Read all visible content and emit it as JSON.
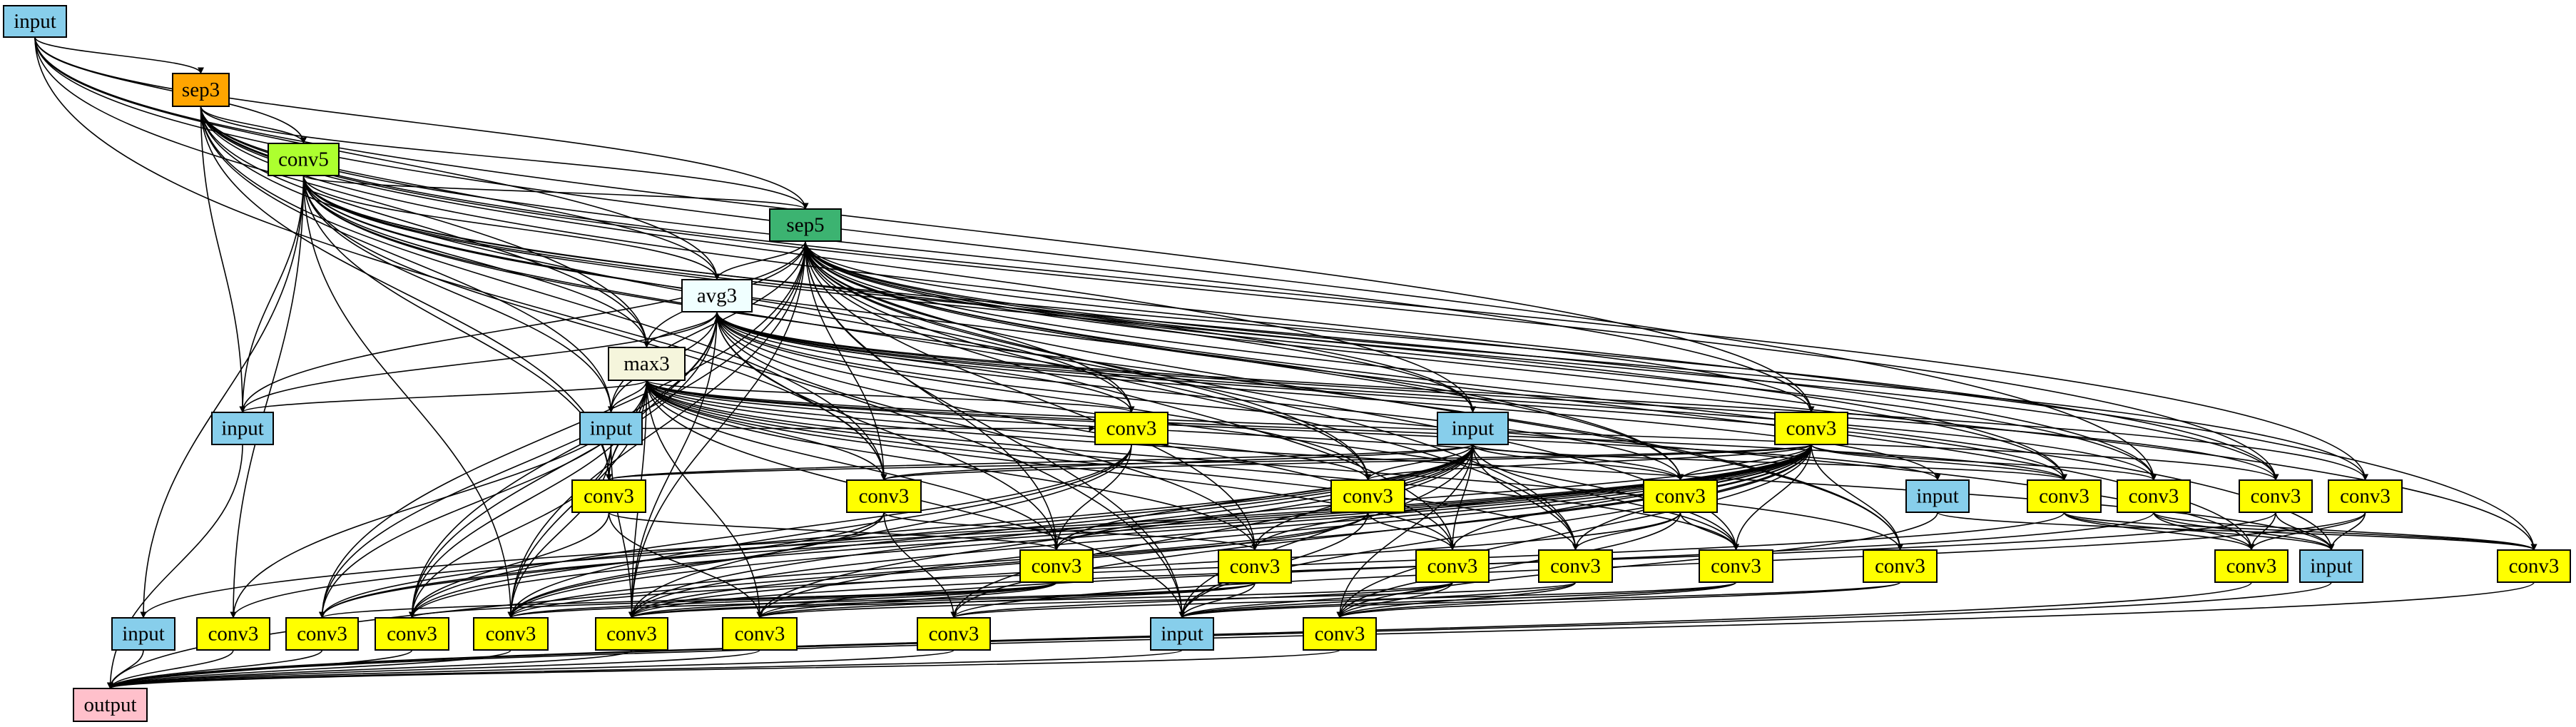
{
  "colors": {
    "input": "#87ceeb",
    "output": "#ffc0cb",
    "sep3": "#ffa500",
    "sep5": "#3cb371",
    "conv5": "#adff2f",
    "conv3": "#ffff00",
    "avg3": "#f0ffff",
    "max3": "#f5f5dc"
  },
  "nodes": [
    {
      "id": "input_top",
      "label": "input",
      "type": "input"
    },
    {
      "id": "sep3",
      "label": "sep3",
      "type": "sep3"
    },
    {
      "id": "conv5",
      "label": "conv5",
      "type": "conv5"
    },
    {
      "id": "sep5",
      "label": "sep5",
      "type": "sep5"
    },
    {
      "id": "avg3",
      "label": "avg3",
      "type": "avg3"
    },
    {
      "id": "max3",
      "label": "max3",
      "type": "max3"
    },
    {
      "id": "in_a",
      "label": "input",
      "type": "input"
    },
    {
      "id": "in_b",
      "label": "input",
      "type": "input"
    },
    {
      "id": "c_r1a",
      "label": "conv3",
      "type": "conv3"
    },
    {
      "id": "in_c",
      "label": "input",
      "type": "input"
    },
    {
      "id": "c_r1b",
      "label": "conv3",
      "type": "conv3"
    },
    {
      "id": "c_r2a",
      "label": "conv3",
      "type": "conv3"
    },
    {
      "id": "c_r2b",
      "label": "conv3",
      "type": "conv3"
    },
    {
      "id": "c_r2c",
      "label": "conv3",
      "type": "conv3"
    },
    {
      "id": "c_r2d",
      "label": "conv3",
      "type": "conv3"
    },
    {
      "id": "in_d",
      "label": "input",
      "type": "input"
    },
    {
      "id": "c_r2e",
      "label": "conv3",
      "type": "conv3"
    },
    {
      "id": "c_r2f",
      "label": "conv3",
      "type": "conv3"
    },
    {
      "id": "c_r2g",
      "label": "conv3",
      "type": "conv3"
    },
    {
      "id": "c_r2h",
      "label": "conv3",
      "type": "conv3"
    },
    {
      "id": "c_r3a",
      "label": "conv3",
      "type": "conv3"
    },
    {
      "id": "c_r3b",
      "label": "conv3",
      "type": "conv3"
    },
    {
      "id": "c_r3c",
      "label": "conv3",
      "type": "conv3"
    },
    {
      "id": "c_r3d",
      "label": "conv3",
      "type": "conv3"
    },
    {
      "id": "c_r3e",
      "label": "conv3",
      "type": "conv3"
    },
    {
      "id": "c_r3f",
      "label": "conv3",
      "type": "conv3"
    },
    {
      "id": "c_r3g",
      "label": "conv3",
      "type": "conv3"
    },
    {
      "id": "in_e",
      "label": "input",
      "type": "input"
    },
    {
      "id": "c_r3h",
      "label": "conv3",
      "type": "conv3"
    },
    {
      "id": "in_f",
      "label": "input",
      "type": "input"
    },
    {
      "id": "c_r4a",
      "label": "conv3",
      "type": "conv3"
    },
    {
      "id": "c_r4b",
      "label": "conv3",
      "type": "conv3"
    },
    {
      "id": "c_r4c",
      "label": "conv3",
      "type": "conv3"
    },
    {
      "id": "c_r4d",
      "label": "conv3",
      "type": "conv3"
    },
    {
      "id": "c_r4e",
      "label": "conv3",
      "type": "conv3"
    },
    {
      "id": "c_r4f",
      "label": "conv3",
      "type": "conv3"
    },
    {
      "id": "c_r4g",
      "label": "conv3",
      "type": "conv3"
    },
    {
      "id": "in_g",
      "label": "input",
      "type": "input"
    },
    {
      "id": "c_r4h",
      "label": "conv3",
      "type": "conv3"
    },
    {
      "id": "output",
      "label": "output",
      "type": "output"
    }
  ],
  "edges": [
    [
      "input_top",
      "sep3"
    ],
    [
      "input_top",
      "conv5"
    ],
    [
      "input_top",
      "sep5"
    ],
    [
      "input_top",
      "avg3"
    ],
    [
      "input_top",
      "max3"
    ],
    [
      "input_top",
      "c_r1b"
    ],
    [
      "input_top",
      "c_r2f"
    ],
    [
      "input_top",
      "in_g"
    ],
    [
      "sep3",
      "conv5"
    ],
    [
      "sep3",
      "sep5"
    ],
    [
      "sep3",
      "avg3"
    ],
    [
      "sep3",
      "max3"
    ],
    [
      "sep3",
      "in_a"
    ],
    [
      "sep3",
      "in_b"
    ],
    [
      "sep3",
      "c_r2a"
    ],
    [
      "sep3",
      "c_r1b"
    ],
    [
      "sep3",
      "c_r2g"
    ],
    [
      "sep3",
      "c_r2h"
    ],
    [
      "sep3",
      "c_r3h"
    ],
    [
      "sep3",
      "c_r3d"
    ],
    [
      "sep3",
      "in_c"
    ],
    [
      "sep3",
      "c_r2b"
    ],
    [
      "conv5",
      "sep5"
    ],
    [
      "conv5",
      "avg3"
    ],
    [
      "conv5",
      "max3"
    ],
    [
      "conv5",
      "in_a"
    ],
    [
      "conv5",
      "in_b"
    ],
    [
      "conv5",
      "c_r2a"
    ],
    [
      "conv5",
      "c_r1a"
    ],
    [
      "conv5",
      "c_r2b"
    ],
    [
      "conv5",
      "c_r2c"
    ],
    [
      "conv5",
      "c_r2d"
    ],
    [
      "conv5",
      "in_c"
    ],
    [
      "conv5",
      "c_r2e"
    ],
    [
      "conv5",
      "c_r2f"
    ],
    [
      "conv5",
      "c_r2g"
    ],
    [
      "conv5",
      "in_f"
    ],
    [
      "conv5",
      "c_r4a"
    ],
    [
      "conv5",
      "c_r4d"
    ],
    [
      "conv5",
      "c_r3f"
    ],
    [
      "sep5",
      "avg3"
    ],
    [
      "sep5",
      "max3"
    ],
    [
      "sep5",
      "in_a"
    ],
    [
      "sep5",
      "in_b"
    ],
    [
      "sep5",
      "c_r1a"
    ],
    [
      "sep5",
      "c_r2b"
    ],
    [
      "sep5",
      "c_r2c"
    ],
    [
      "sep5",
      "c_r2d"
    ],
    [
      "sep5",
      "c_r2e"
    ],
    [
      "sep5",
      "c_r2f"
    ],
    [
      "sep5",
      "c_r2g"
    ],
    [
      "sep5",
      "c_r2h"
    ],
    [
      "sep5",
      "c_r3a"
    ],
    [
      "sep5",
      "c_r3b"
    ],
    [
      "sep5",
      "c_r3c"
    ],
    [
      "sep5",
      "c_r3d"
    ],
    [
      "sep5",
      "c_r3e"
    ],
    [
      "sep5",
      "c_r3f"
    ],
    [
      "sep5",
      "c_r3g"
    ],
    [
      "sep5",
      "c_r3h"
    ],
    [
      "sep5",
      "in_c"
    ],
    [
      "sep5",
      "in_e"
    ],
    [
      "sep5",
      "c_r4b"
    ],
    [
      "sep5",
      "c_r4c"
    ],
    [
      "sep5",
      "c_r4d"
    ],
    [
      "sep5",
      "c_r4e"
    ],
    [
      "sep5",
      "in_g"
    ],
    [
      "sep5",
      "c_r1b"
    ],
    [
      "avg3",
      "max3"
    ],
    [
      "avg3",
      "in_a"
    ],
    [
      "avg3",
      "in_b"
    ],
    [
      "avg3",
      "c_r1a"
    ],
    [
      "avg3",
      "c_r2a"
    ],
    [
      "avg3",
      "c_r2b"
    ],
    [
      "avg3",
      "c_r2c"
    ],
    [
      "avg3",
      "c_r2d"
    ],
    [
      "avg3",
      "c_r2e"
    ],
    [
      "avg3",
      "c_r2f"
    ],
    [
      "avg3",
      "c_r2g"
    ],
    [
      "avg3",
      "c_r2h"
    ],
    [
      "avg3",
      "c_r3a"
    ],
    [
      "avg3",
      "c_r3b"
    ],
    [
      "avg3",
      "c_r3c"
    ],
    [
      "avg3",
      "c_r3e"
    ],
    [
      "avg3",
      "c_r3g"
    ],
    [
      "avg3",
      "in_d"
    ],
    [
      "avg3",
      "c_r4b"
    ],
    [
      "avg3",
      "c_r4c"
    ],
    [
      "avg3",
      "c_r4e"
    ],
    [
      "max3",
      "in_a"
    ],
    [
      "max3",
      "in_b"
    ],
    [
      "max3",
      "c_r1a"
    ],
    [
      "max3",
      "c_r2a"
    ],
    [
      "max3",
      "c_r2b"
    ],
    [
      "max3",
      "c_r2c"
    ],
    [
      "max3",
      "c_r2d"
    ],
    [
      "max3",
      "c_r2e"
    ],
    [
      "max3",
      "c_r2g"
    ],
    [
      "max3",
      "c_r3a"
    ],
    [
      "max3",
      "c_r3b"
    ],
    [
      "max3",
      "c_r3c"
    ],
    [
      "max3",
      "c_r3d"
    ],
    [
      "max3",
      "c_r3e"
    ],
    [
      "max3",
      "c_r3f"
    ],
    [
      "max3",
      "in_d"
    ],
    [
      "max3",
      "in_e"
    ],
    [
      "max3",
      "in_g"
    ],
    [
      "max3",
      "c_r4a"
    ],
    [
      "max3",
      "c_r4b"
    ],
    [
      "max3",
      "c_r4c"
    ],
    [
      "max3",
      "c_r4d"
    ],
    [
      "max3",
      "c_r4e"
    ],
    [
      "max3",
      "c_r4f"
    ],
    [
      "in_b",
      "c_r1a"
    ],
    [
      "in_b",
      "c_r4c"
    ],
    [
      "in_b",
      "c_r4d"
    ],
    [
      "in_b",
      "c_r4e"
    ],
    [
      "c_r1b",
      "c_r2a"
    ],
    [
      "c_r1b",
      "c_r2b"
    ],
    [
      "c_r1b",
      "c_r2c"
    ],
    [
      "c_r1b",
      "c_r2d"
    ],
    [
      "c_r1b",
      "c_r2e"
    ],
    [
      "c_r1b",
      "c_r2f"
    ],
    [
      "c_r1b",
      "c_r3a"
    ],
    [
      "c_r1b",
      "c_r3b"
    ],
    [
      "c_r1b",
      "c_r3c"
    ],
    [
      "c_r1b",
      "c_r3d"
    ],
    [
      "c_r1b",
      "c_r3e"
    ],
    [
      "c_r1b",
      "c_r3f"
    ],
    [
      "c_r1b",
      "in_f"
    ],
    [
      "c_r1b",
      "c_r4a"
    ],
    [
      "c_r1b",
      "c_r4b"
    ],
    [
      "c_r1b",
      "c_r4c"
    ],
    [
      "c_r1b",
      "c_r4d"
    ],
    [
      "c_r1b",
      "c_r4e"
    ],
    [
      "c_r1b",
      "c_r4f"
    ],
    [
      "c_r1b",
      "c_r4g"
    ],
    [
      "c_r1b",
      "in_g"
    ],
    [
      "c_r1b",
      "c_r4h"
    ],
    [
      "c_r1b",
      "output"
    ],
    [
      "in_c",
      "c_r2a"
    ],
    [
      "in_c",
      "c_r2b"
    ],
    [
      "in_c",
      "c_r2c"
    ],
    [
      "in_c",
      "c_r2d"
    ],
    [
      "in_c",
      "c_r2e"
    ],
    [
      "in_c",
      "c_r3a"
    ],
    [
      "in_c",
      "c_r3b"
    ],
    [
      "in_c",
      "c_r3c"
    ],
    [
      "in_c",
      "c_r3d"
    ],
    [
      "in_c",
      "c_r3e"
    ],
    [
      "in_c",
      "c_r4b"
    ],
    [
      "in_c",
      "c_r4c"
    ],
    [
      "in_c",
      "c_r4d"
    ],
    [
      "in_c",
      "c_r4e"
    ],
    [
      "in_c",
      "c_r4f"
    ],
    [
      "in_c",
      "c_r4g"
    ],
    [
      "in_c",
      "in_g"
    ],
    [
      "in_c",
      "c_r4h"
    ],
    [
      "c_r1a",
      "c_r3a"
    ],
    [
      "c_r1a",
      "c_r4c"
    ],
    [
      "c_r1a",
      "c_r4d"
    ],
    [
      "c_r1a",
      "c_r4e"
    ],
    [
      "c_r2a",
      "c_r3a"
    ],
    [
      "c_r2a",
      "c_r4c"
    ],
    [
      "c_r2a",
      "c_r4f"
    ],
    [
      "c_r2b",
      "c_r3b"
    ],
    [
      "c_r2b",
      "c_r4b"
    ],
    [
      "c_r2b",
      "c_r4d"
    ],
    [
      "c_r2b",
      "c_r4g"
    ],
    [
      "c_r2c",
      "c_r3c"
    ],
    [
      "c_r2c",
      "c_r4d"
    ],
    [
      "c_r2c",
      "c_r4e"
    ],
    [
      "c_r2c",
      "in_g"
    ],
    [
      "c_r2d",
      "c_r3d"
    ],
    [
      "c_r2d",
      "c_r4e"
    ],
    [
      "c_r2d",
      "c_r4h"
    ],
    [
      "c_r2d",
      "c_r3e"
    ],
    [
      "in_d",
      "c_r3h"
    ],
    [
      "in_d",
      "c_r4h"
    ],
    [
      "c_r2e",
      "c_r3h"
    ],
    [
      "c_r2e",
      "c_r3g"
    ],
    [
      "c_r2e",
      "in_e"
    ],
    [
      "c_r2e",
      "c_r4d"
    ],
    [
      "c_r2f",
      "c_r3g"
    ],
    [
      "c_r2f",
      "in_e"
    ],
    [
      "c_r2f",
      "c_r3h"
    ],
    [
      "c_r2f",
      "c_r4f"
    ],
    [
      "c_r2g",
      "c_r3g"
    ],
    [
      "c_r2g",
      "in_e"
    ],
    [
      "c_r2g",
      "c_r4e"
    ],
    [
      "c_r2h",
      "in_e"
    ],
    [
      "c_r2h",
      "c_r3g"
    ],
    [
      "c_r2h",
      "c_r4g"
    ],
    [
      "c_r3a",
      "c_r4b"
    ],
    [
      "c_r3a",
      "c_r4c"
    ],
    [
      "c_r3a",
      "c_r4d"
    ],
    [
      "c_r3a",
      "c_r4e"
    ],
    [
      "c_r3a",
      "c_r4f"
    ],
    [
      "c_r3b",
      "c_r4d"
    ],
    [
      "c_r3b",
      "c_r4e"
    ],
    [
      "c_r3b",
      "c_r4f"
    ],
    [
      "c_r3b",
      "in_g"
    ],
    [
      "c_r3c",
      "c_r4e"
    ],
    [
      "c_r3c",
      "c_r4g"
    ],
    [
      "c_r3c",
      "in_g"
    ],
    [
      "c_r3c",
      "c_r4h"
    ],
    [
      "c_r3d",
      "c_r4f"
    ],
    [
      "c_r3d",
      "in_g"
    ],
    [
      "c_r3d",
      "c_r4h"
    ],
    [
      "c_r3e",
      "c_r4g"
    ],
    [
      "c_r3e",
      "in_g"
    ],
    [
      "c_r3e",
      "c_r4h"
    ],
    [
      "c_r3f",
      "in_g"
    ],
    [
      "c_r3f",
      "c_r4h"
    ],
    [
      "c_r3g",
      "output"
    ],
    [
      "in_e",
      "output"
    ],
    [
      "c_r3h",
      "output"
    ],
    [
      "in_f",
      "output"
    ],
    [
      "c_r4a",
      "output"
    ],
    [
      "c_r4b",
      "output"
    ],
    [
      "c_r4c",
      "output"
    ],
    [
      "c_r4d",
      "output"
    ],
    [
      "c_r4e",
      "output"
    ],
    [
      "c_r4f",
      "output"
    ],
    [
      "c_r4g",
      "output"
    ],
    [
      "in_g",
      "output"
    ],
    [
      "c_r4h",
      "output"
    ],
    [
      "in_a",
      "output"
    ]
  ]
}
